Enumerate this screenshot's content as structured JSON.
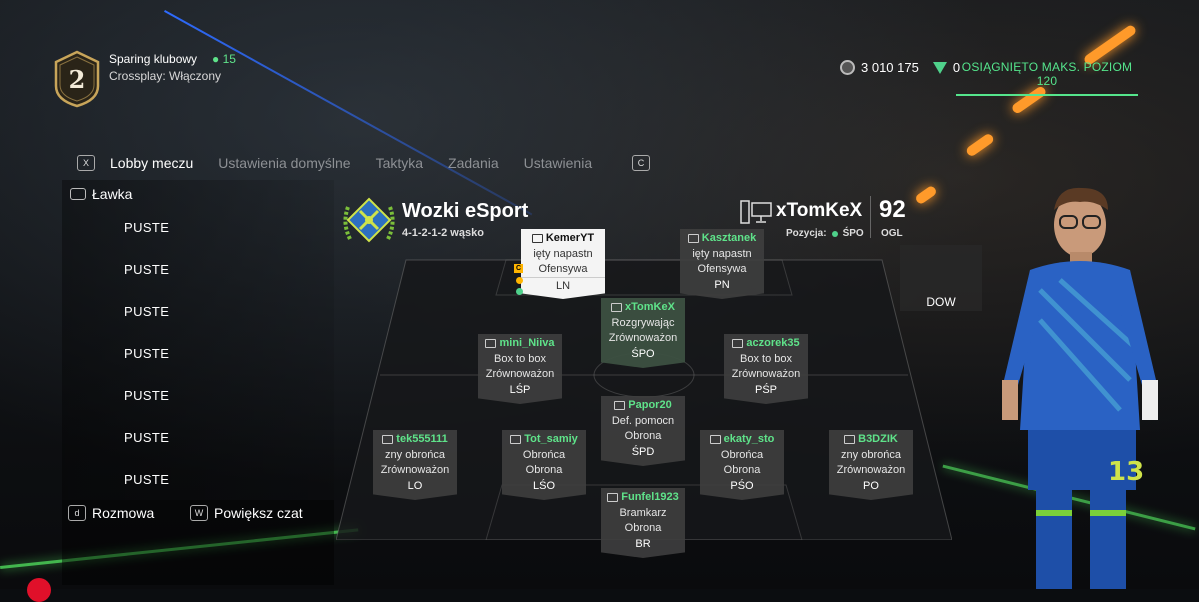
{
  "header": {
    "level": "2",
    "mode_title": "Sparing klubowy",
    "online_count": "15",
    "crossplay": "Crossplay: Włączony",
    "coins": "3 010 175",
    "points": "0",
    "max_level": "OSIĄGNIĘTO MAKS. POZIOM 120"
  },
  "tabs": {
    "left_key": "X",
    "right_key": "C",
    "items": [
      {
        "label": "Lobby meczu",
        "active": true
      },
      {
        "label": "Ustawienia domyślne",
        "active": false
      },
      {
        "label": "Taktyka",
        "active": false
      },
      {
        "label": "Zadania",
        "active": false
      },
      {
        "label": "Ustawienia",
        "active": false
      }
    ]
  },
  "bench": {
    "title": "Ławka",
    "slots": [
      "PUSTE",
      "PUSTE",
      "PUSTE",
      "PUSTE",
      "PUSTE",
      "PUSTE",
      "PUSTE"
    ]
  },
  "chat": {
    "talk_key": "d",
    "talk_label": "Rozmowa",
    "expand_key": "W",
    "expand_label": "Powiększ czat"
  },
  "team": {
    "name": "Wozki eSport",
    "formation": "4-1-2-1-2 wąsko"
  },
  "player": {
    "name": "xTomKeX",
    "position_label": "Pozycja:",
    "position": "ŚPO",
    "rating": "92",
    "rating_label": "OGL"
  },
  "side_panel": {
    "label": "DOW"
  },
  "lineup": [
    {
      "id": "ln",
      "name": "KemerYT",
      "role": "ięty napastn",
      "style": "Ofensywa",
      "pos": "LN"
    },
    {
      "id": "pn",
      "name": "Kasztanek",
      "role": "ięty napastn",
      "style": "Ofensywa",
      "pos": "PN"
    },
    {
      "id": "spo",
      "name": "xTomKeX",
      "role": "Rozgrywając",
      "style": "Zrównoważon",
      "pos": "ŚPO"
    },
    {
      "id": "lsp",
      "name": "mini_Niiva",
      "role": "Box to box",
      "style": "Zrównoważon",
      "pos": "LŚP"
    },
    {
      "id": "psp",
      "name": "aczorek35",
      "role": "Box to box",
      "style": "Zrównoważon",
      "pos": "PŚP"
    },
    {
      "id": "spd",
      "name": "Papor20",
      "role": "Def. pomocn",
      "style": "Obrona",
      "pos": "ŚPD"
    },
    {
      "id": "lo",
      "name": "tek555111",
      "role": "zny obrońca",
      "style": "Zrównoważon",
      "pos": "LO"
    },
    {
      "id": "lso",
      "name": "Tot_samiy",
      "role": "Obrońca",
      "style": "Obrona",
      "pos": "LŚO"
    },
    {
      "id": "pso",
      "name": "ekaty_sto",
      "role": "Obrońca",
      "style": "Obrona",
      "pos": "PŚO"
    },
    {
      "id": "po",
      "name": "B3DZIK",
      "role": "zny obrońca",
      "style": "Zrównoważon",
      "pos": "PO"
    },
    {
      "id": "br",
      "name": "Funfel1923",
      "role": "Bramkarz",
      "style": "Obrona",
      "pos": "BR"
    }
  ],
  "colors": {
    "accent": "#55e58c",
    "captain": "#ffb400"
  }
}
